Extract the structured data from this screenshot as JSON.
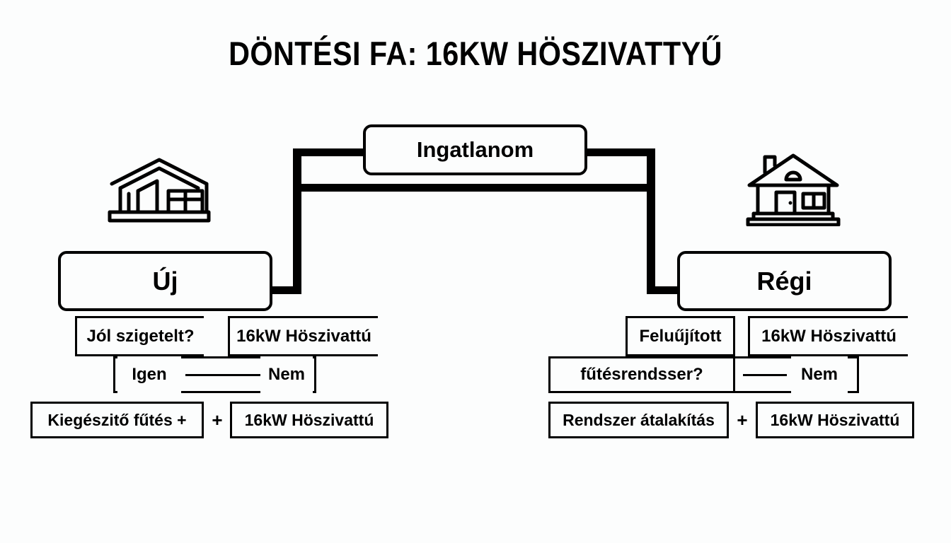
{
  "page": {
    "title": "DÖNTÉSI FA: 16KW HÖSZIVATTYŰ",
    "background_color": "#fcfdfd",
    "line_color": "#000000"
  },
  "diagram": {
    "type": "decision-tree",
    "root": {
      "label": "Ingatlanom"
    },
    "branches": [
      {
        "id": "new",
        "label": "Új",
        "icon": "modern-house-icon",
        "question": "Jól szigetelt?",
        "direct_answer": "16kW Höszivattú",
        "options": [
          {
            "label": "Igen",
            "outcome_left": "Kiegészitő fűtés +",
            "outcome_operator": "+",
            "outcome_right": "16kW Höszivattú"
          },
          {
            "label": "Nem"
          }
        ]
      },
      {
        "id": "old",
        "label": "Régi",
        "icon": "classic-house-icon",
        "question_line1": "Feluűjított",
        "question_line2": "fűtésrendsser?",
        "direct_answer": "16kW Höszivattú",
        "options": [
          {
            "label": "Nem"
          }
        ],
        "outcome_left": "Rendszer átalakítás",
        "outcome_operator": "+",
        "outcome_right": "16kW Höszivattú"
      }
    ],
    "labels": {
      "left_question": "Jól szigetelt?",
      "left_direct": "16kW Höszivattú",
      "left_yes": "Igen",
      "left_no": "Nem",
      "left_outcome_a": "Kiegészitő fűtés +",
      "left_outcome_plus": "+",
      "left_outcome_b": "16kW Höszivattú",
      "right_question_a": "Feluűjított",
      "right_question_b": "fűtésrendsser?",
      "right_direct": "16kW Höszivattú",
      "right_no": "Nem",
      "right_outcome_a": "Rendszer átalakítás",
      "right_outcome_plus": "+",
      "right_outcome_b": "16kW Höszivattú"
    }
  }
}
